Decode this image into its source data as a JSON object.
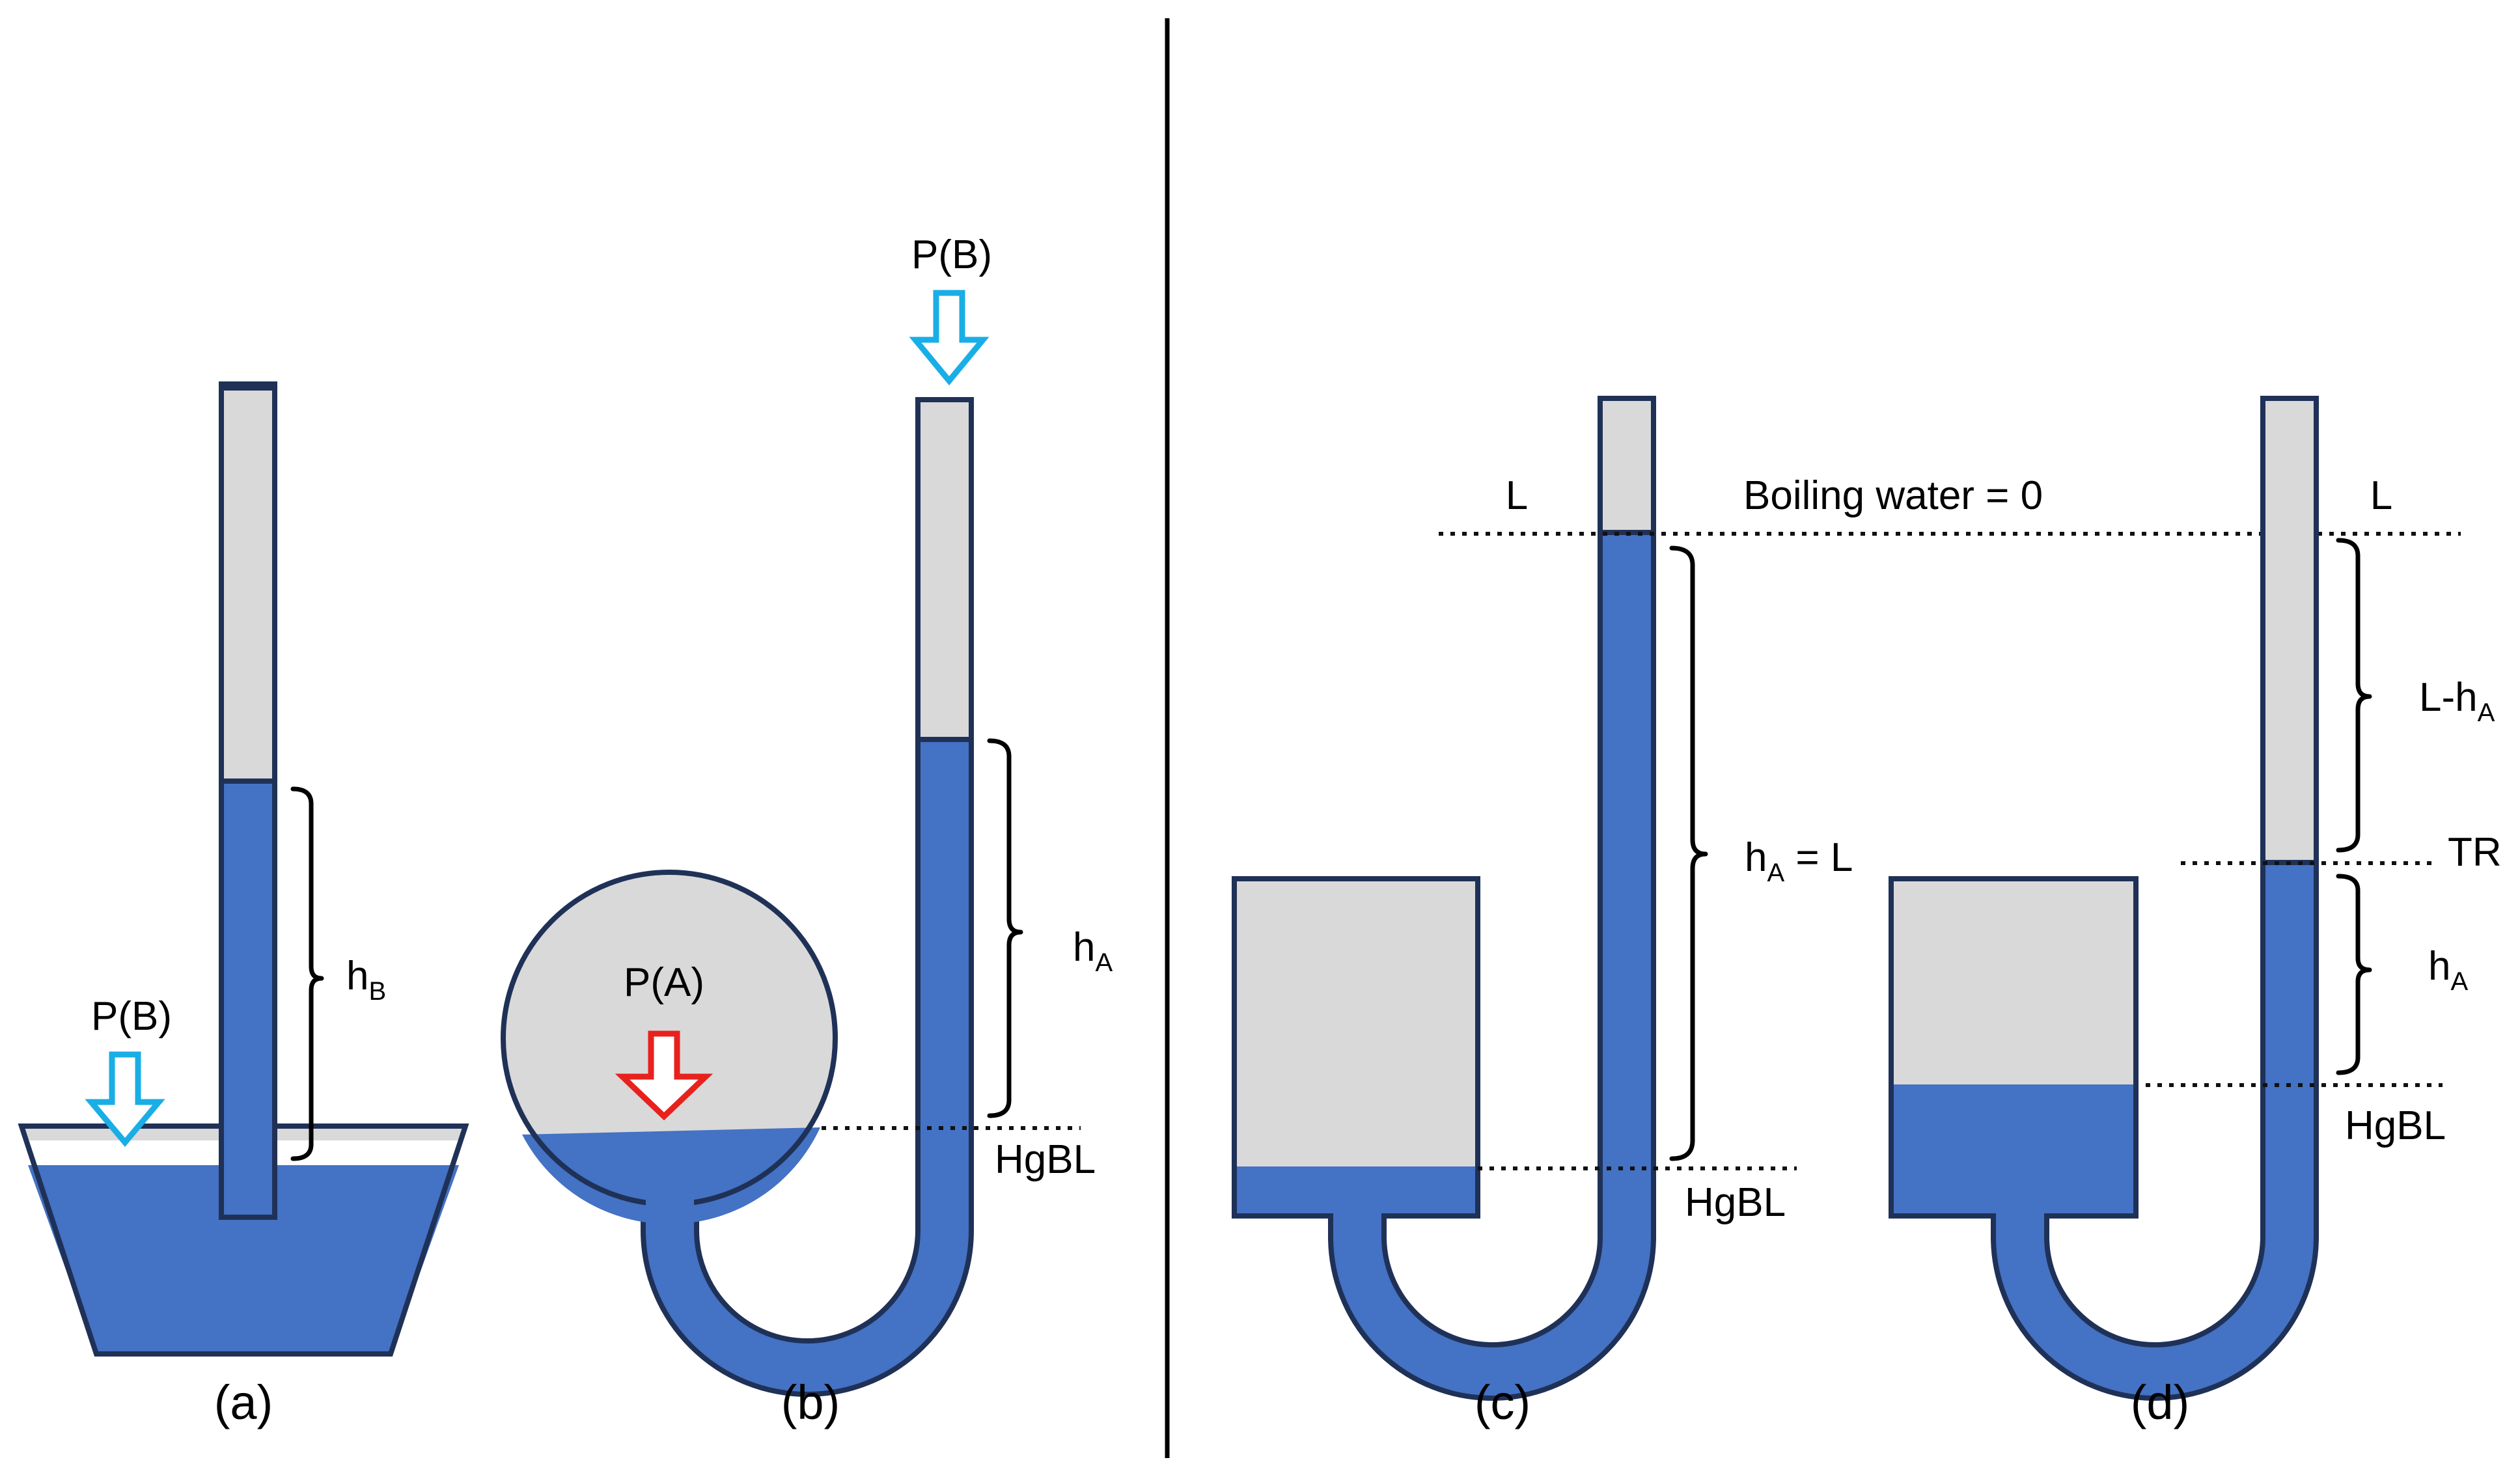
{
  "colors": {
    "mercury": "#4472c4",
    "vacuum": "#d9d9d9",
    "outline": "#1f3157",
    "arrow_b": "#19aee6",
    "arrow_a": "#e8211d"
  },
  "labels": {
    "a_pressure": "P(B)",
    "a_height": "h",
    "a_height_sub": "B",
    "b_pressure_top": "P(B)",
    "b_pressure_bulb": "P(A)",
    "b_height": "h",
    "b_height_sub": "A",
    "b_hgbl": "HgBL",
    "c_L": "L",
    "c_boiling": "Boiling water = 0",
    "c_height": "h",
    "c_height_sub": "A",
    "c_height_eq": " = L",
    "c_hgbl": "HgBL",
    "d_L": "L",
    "d_Lh": "L-h",
    "d_Lh_sub": "A",
    "d_tr": "TR",
    "d_height": "h",
    "d_height_sub": "A",
    "d_hgbl": "HgBL"
  },
  "captions": [
    "(a)",
    "(b)",
    "(c)",
    "(d)"
  ]
}
